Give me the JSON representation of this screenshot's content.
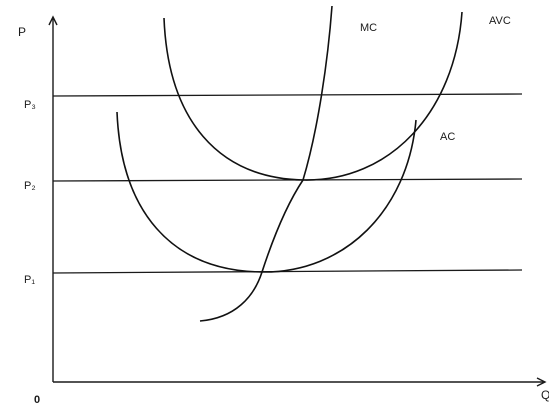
{
  "axes": {
    "y_label": "P",
    "x_label": "Q",
    "origin_label": "0"
  },
  "price_levels": {
    "p3": {
      "label": "P₃"
    },
    "p2": {
      "label": "P₂"
    },
    "p1": {
      "label": "P₁"
    }
  },
  "curves": {
    "mc": {
      "label": "MC"
    },
    "avc": {
      "label": "AVC"
    },
    "ac": {
      "label": "AC"
    }
  }
}
